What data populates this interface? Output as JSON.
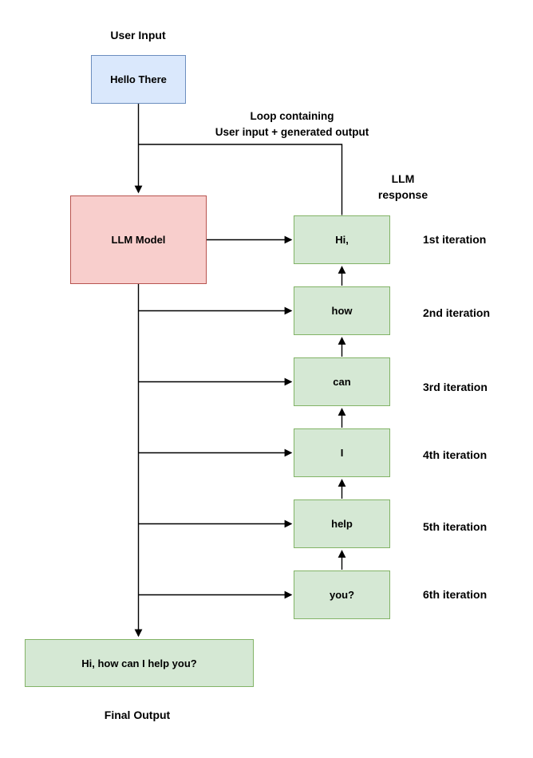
{
  "diagram": {
    "colors": {
      "blue_fill": "#dae8fc",
      "blue_border": "#6c8ebf",
      "red_fill": "#f8cecc",
      "red_border": "#b85450",
      "green_fill": "#d5e8d4",
      "green_border": "#82b366",
      "line": "#000000",
      "text": "#000000"
    },
    "labels": {
      "user_input": "User Input",
      "loop_line1": "Loop containing",
      "loop_line2": "User input + generated output",
      "llm_response_line1": "LLM",
      "llm_response_line2": "response",
      "final_output": "Final Output"
    },
    "nodes": {
      "user_input_box": "Hello There",
      "llm_model_box": "LLM Model",
      "final_output_box": "Hi, how can I help you?"
    },
    "iterations": [
      {
        "token": "Hi,",
        "label": "1st iteration"
      },
      {
        "token": "how",
        "label": "2nd iteration"
      },
      {
        "token": "can",
        "label": "3rd iteration"
      },
      {
        "token": "I",
        "label": "4th iteration"
      },
      {
        "token": "help",
        "label": "5th iteration"
      },
      {
        "token": "you?",
        "label": "6th iteration"
      }
    ]
  }
}
